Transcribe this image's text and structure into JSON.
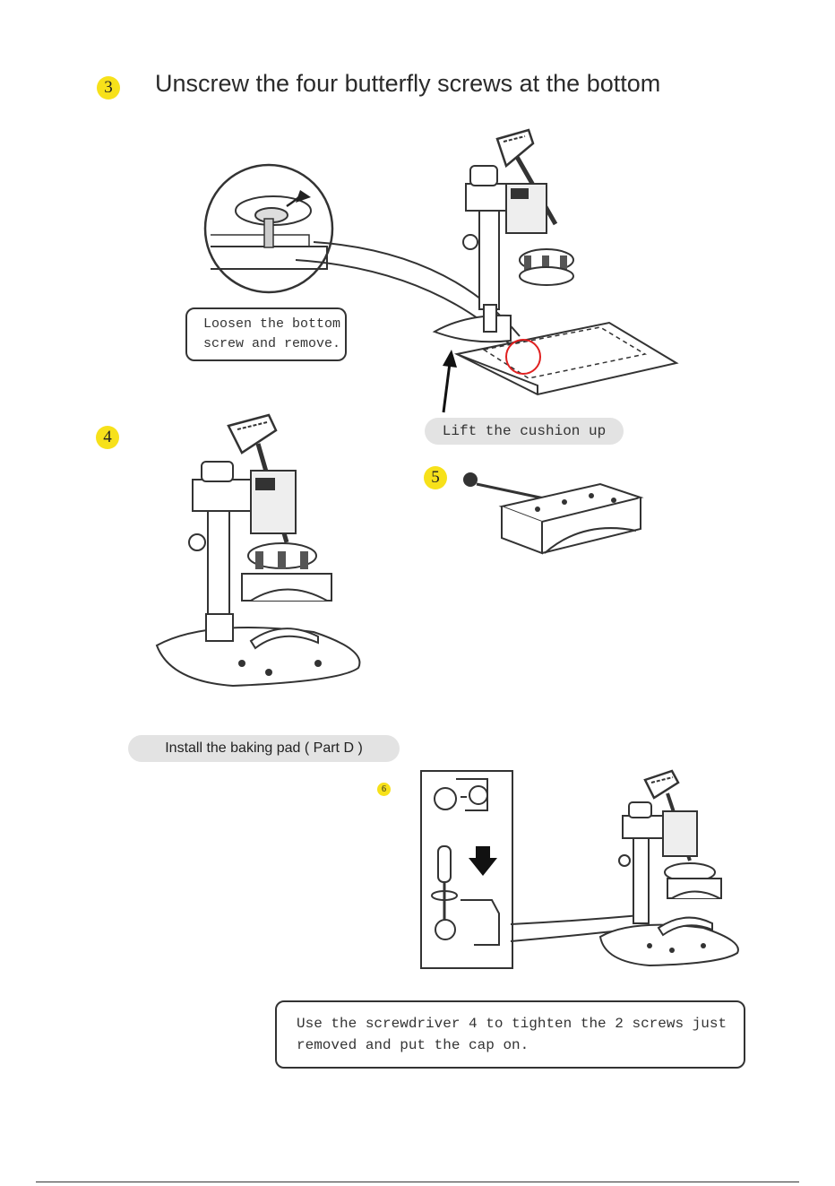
{
  "step3": {
    "number": "3",
    "title": "Unscrew the four butterfly screws at the bottom",
    "callout_line1": "Loosen the bottom",
    "callout_line2": "screw and remove.",
    "lift_label": "Lift the cushion up"
  },
  "step4": {
    "number": "4",
    "install_label": "Install the baking pad ( Part D )"
  },
  "step5": {
    "number": "5"
  },
  "step6": {
    "number": "6",
    "instruction_line1": "Use the screwdriver 4 to tighten the 2 screws just",
    "instruction_line2": "removed and put the cap on."
  },
  "colors": {
    "badge": "#f7e11a",
    "pill": "#e3e3e3",
    "ink": "#333333",
    "highlight": "#e02020"
  }
}
